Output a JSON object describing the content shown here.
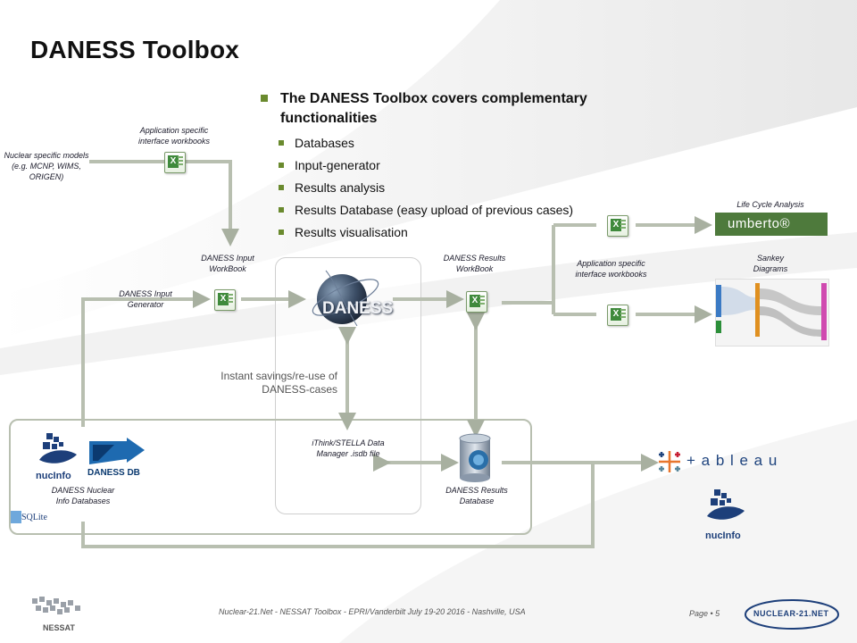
{
  "slide": {
    "title": "DANESS Toolbox",
    "bullets": {
      "main": "The DANESS Toolbox covers complementary functionalities",
      "items": [
        "Databases",
        "Input-generator",
        "Results analysis",
        "Results Database (easy upload of previous cases)",
        "Results visualisation"
      ]
    }
  },
  "diagram": {
    "nuclear_models": "Nuclear specific models (e.g. MCNP, WIMS, ORIGEN)",
    "app_workbooks_top": "Application specific interface workbooks",
    "input_workbook": "DANESS Input WorkBook",
    "input_generator": "DANESS Input Generator",
    "daness_logo": "DANESS",
    "results_workbook": "DANESS Results WorkBook",
    "app_workbooks_right": "Application specific interface workbooks",
    "lca": "Life Cycle Analysis",
    "umberto": "umberto®",
    "sankey": "Sankey Diagrams",
    "instant_savings": "Instant savings/re-use of DANESS-cases",
    "data_manager": "iThink/STELLA Data Manager .isdb file",
    "results_db": "DANESS Results Database",
    "nuclear_info_db": "DANESS Nuclear Info Databases",
    "nucinfo": "nucInfo",
    "daness_db": "DANESS DB",
    "sqlite": "SQLite",
    "tableau": "+ a b l e a u",
    "nucinfo_right": "nucInfo"
  },
  "footer": {
    "citation": "Nuclear-21.Net - NESSAT Toolbox - EPRI/Vanderbilt July 19-20 2016 - Nashville, USA",
    "page": "Page • 5",
    "nessat": "NESSAT",
    "nuclear21": "NUCLEAR-21.NET"
  },
  "colors": {
    "accent": "#6a8a2e",
    "arrow": "#b8bfb0",
    "umberto": "#4e7a3c"
  }
}
